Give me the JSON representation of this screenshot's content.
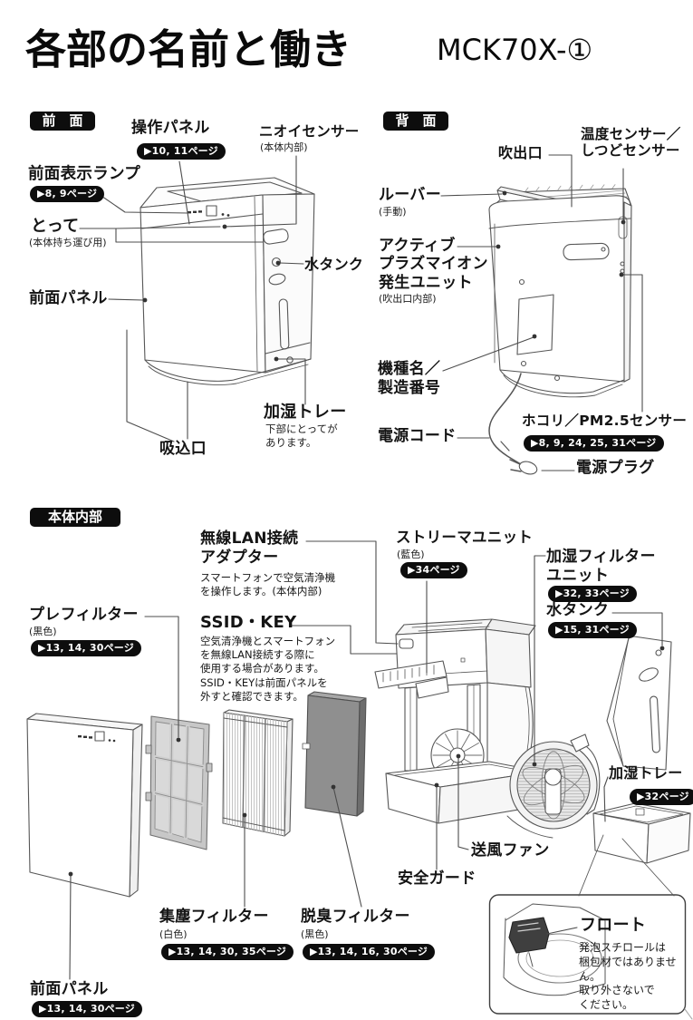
{
  "page": {
    "title": "各部の名前と働き",
    "model": "MCK70X-①"
  },
  "colors": {
    "badge_bg": "#0d0d0d",
    "text": "#141414",
    "line": "#555555"
  },
  "front": {
    "header": "前　面",
    "operation_panel": {
      "text": "操作パネル",
      "pages": "▶10, 11ページ"
    },
    "odor_sensor": {
      "text": "ニオイセンサー",
      "note": "(本体内部)"
    },
    "front_lamp": {
      "text": "前面表示ランプ",
      "pages": "▶8, 9ページ"
    },
    "handle": {
      "text": "とって",
      "note": "(本体持ち運び用)"
    },
    "water_tank": {
      "text": "水タンク"
    },
    "front_panel": {
      "text": "前面パネル"
    },
    "intake": {
      "text": "吸込口"
    },
    "humidify_tray": {
      "text": "加湿トレー",
      "note": "下部にとってが\nあります。"
    }
  },
  "back": {
    "header": "背　面",
    "outlet": {
      "text": "吹出口"
    },
    "temp_sensor": {
      "text": "温度センサー／\nしつどセンサー"
    },
    "louver": {
      "text": "ルーバー",
      "note": "(手動)"
    },
    "plasma_unit": {
      "text": "アクティブ\nプラズマイオン\n発生ユニット",
      "note": "(吹出口内部)"
    },
    "model_label": {
      "text": "機種名／\n製造番号"
    },
    "power_cord": {
      "text": "電源コード"
    },
    "dust_sensor": {
      "text": "ホコリ／PM2.5センサー",
      "pages": "▶8, 9, 24, 25, 31ページ"
    },
    "power_plug": {
      "text": "電源プラグ"
    }
  },
  "internal": {
    "header": "本体内部",
    "wifi_adapter": {
      "text": "無線LAN接続\nアダプター",
      "desc": "スマートフォンで空気清浄機\nを操作します。(本体内部)"
    },
    "prefilter": {
      "text": "プレフィルター",
      "note": "(黒色)",
      "pages": "▶13, 14, 30ページ"
    },
    "ssid_key": {
      "text": "SSID・KEY",
      "desc": "空気清浄機とスマートフォン\nを無線LAN接続する際に\n使用する場合があります。\nSSID・KEYは前面パネルを\n外すと確認できます。"
    },
    "streamer_unit": {
      "text": "ストリーマユニット",
      "note": "(藍色)",
      "pages": "▶34ページ"
    },
    "humidify_filter_unit": {
      "text": "加湿フィルター\nユニット",
      "pages": "▶32, 33ページ"
    },
    "water_tank": {
      "text": "水タンク",
      "pages": "▶15, 31ページ"
    },
    "humidify_tray": {
      "text": "加湿トレー",
      "pages": "▶32ページ"
    },
    "fan": {
      "text": "送風ファン"
    },
    "safety_guard": {
      "text": "安全ガード"
    },
    "float": {
      "text": "フロート",
      "desc": "発泡スチロールは\n梱包材ではありません。\n取り外さないで\nください。"
    },
    "dust_filter": {
      "text": "集塵フィルター",
      "note": "(白色)",
      "pages": "▶13, 14, 30, 35ページ"
    },
    "deodor_filter": {
      "text": "脱臭フィルター",
      "note": "(黒色)",
      "pages": "▶13, 14, 16, 30ページ"
    },
    "front_panel": {
      "text": "前面パネル",
      "pages": "▶13, 14, 30ページ"
    }
  }
}
